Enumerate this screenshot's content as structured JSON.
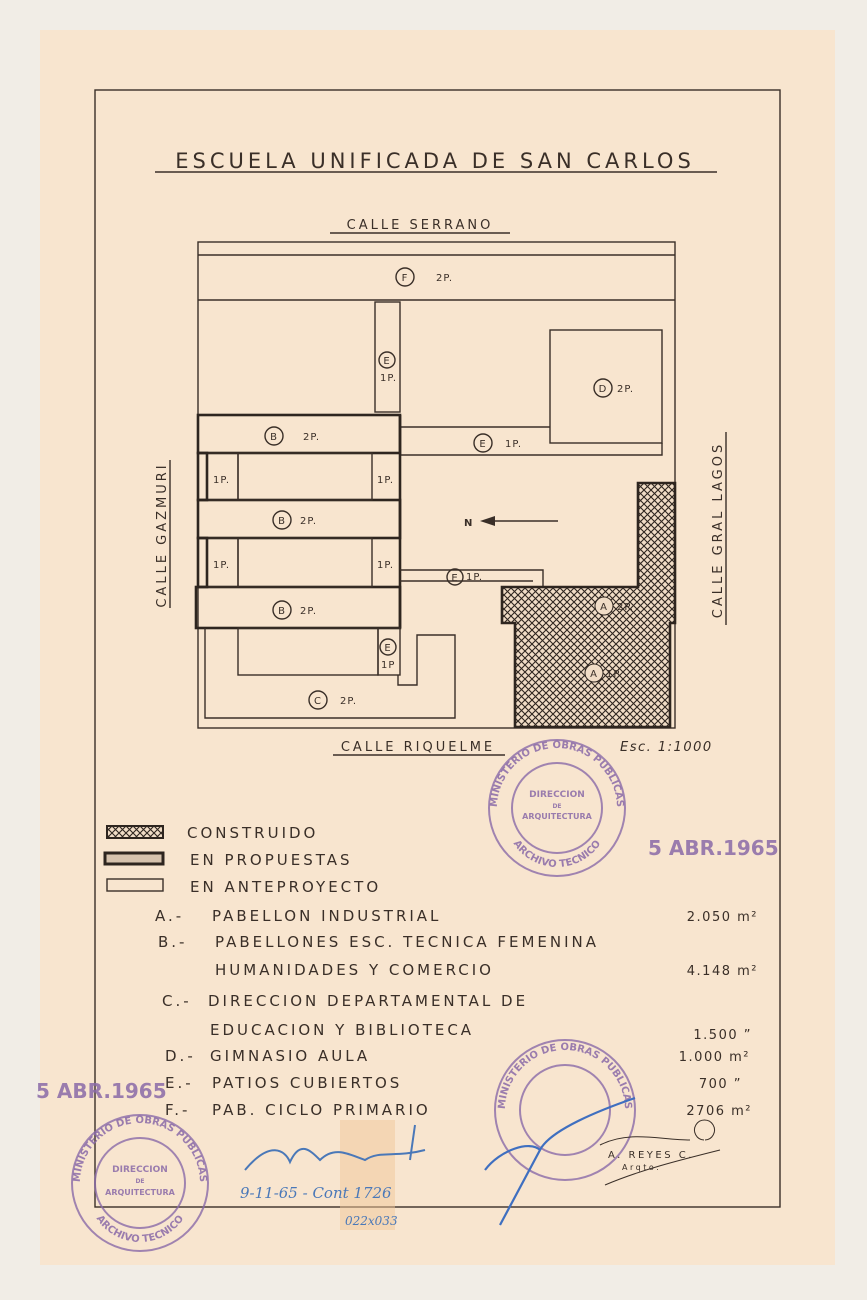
{
  "title": "ESCUELA UNIFICADA DE SAN CARLOS",
  "streets": {
    "north_top": "CALLE SERRANO",
    "bottom": "CALLE RIQUELME",
    "left": "CALLE GAZMURI",
    "right": "CALLE GRAL LAGOS"
  },
  "scale": "Esc. 1:1000",
  "north_label": "N",
  "plan_labels": {
    "F": "F",
    "F_floors": "2P.",
    "E_vertical": "E",
    "E_vertical_floors": "1P.",
    "D": "D",
    "D_floors": "2P.",
    "B": "B",
    "B_floors": "2P.",
    "E_right": "E",
    "E_right_floors": "1P.",
    "bay_floors": "1P.",
    "E_lower": "E",
    "E_lower_floors": "1P.",
    "A": "A",
    "A_upper_floors": "2P.",
    "A_lower_floors": "1P.",
    "E_small": "E",
    "E_small_floors": "1P",
    "C": "C",
    "C_floors": "2P."
  },
  "legend": {
    "built": "CONSTRUIDO",
    "proposed": "EN PROPUESTAS",
    "draft": "EN ANTEPROYECTO"
  },
  "buildings": [
    {
      "key": "A.-",
      "lines": [
        "PABELLON INDUSTRIAL"
      ],
      "area": "2.050 m²"
    },
    {
      "key": "B.-",
      "lines": [
        "PABELLONES ESC. TECNICA FEMENINA",
        "HUMANIDADES Y COMERCIO"
      ],
      "area": "4.148 m²"
    },
    {
      "key": "C.-",
      "lines": [
        "DIRECCION DEPARTAMENTAL DE",
        "EDUCACION Y BIBLIOTECA"
      ],
      "area": "1.500 ”"
    },
    {
      "key": "D.-",
      "lines": [
        "GIMNASIO AULA"
      ],
      "area": "1.000 m²"
    },
    {
      "key": "E.-",
      "lines": [
        "PATIOS CUBIERTOS"
      ],
      "area": "700 ”"
    },
    {
      "key": "F.-",
      "lines": [
        "PAB. CICLO PRIMARIO"
      ],
      "area": "2706 m²"
    }
  ],
  "stamps": {
    "date": "5 ABR.1965",
    "date_partial": "5 ABR.1965",
    "ring_top": "MINISTERIO DE OBRAS PUBLICAS",
    "ring_bottom": "ARCHIVO TECNICO",
    "center_1": "DIRECCION",
    "center_2": "DE",
    "center_3": "ARQUITECTURA"
  },
  "annotations": {
    "handwritten_date": "9-11-65 - Cont 1726",
    "sheet_size": "022x033",
    "architect": "A. REYES C.",
    "architect_title": "Arqto."
  },
  "colors": {
    "paper": "#f8e5cf",
    "ink": "#3a2f28",
    "stamp": "#8a6aa8",
    "pen": "#4a78b8"
  }
}
